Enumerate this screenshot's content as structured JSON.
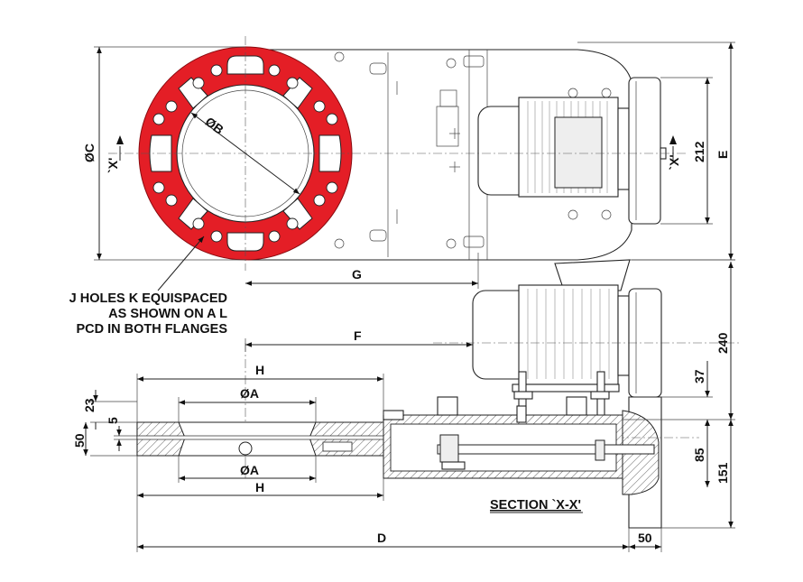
{
  "title": "",
  "labels": {
    "dia_c": "ØC",
    "dia_b": "ØB",
    "dia_a_top": "ØA",
    "dia_a_bottom": "ØA",
    "dim_e": "E",
    "dim_g": "G",
    "dim_f": "F",
    "dim_h_top": "H",
    "dim_h_bottom": "H",
    "dim_d": "D",
    "dim_212": "212",
    "dim_240": "240",
    "dim_37": "37",
    "dim_85": "85",
    "dim_151": "151",
    "dim_23": "23",
    "dim_5": "5",
    "dim_50_left": "50",
    "dim_50_bottom": "50",
    "section_mark_left": "`X'",
    "section_mark_right": "`X'",
    "section_title": "SECTION `X-X'"
  },
  "note_lines": [
    "J HOLES K EQUISPACED",
    "AS SHOWN ON A L",
    "PCD IN BOTH FLANGES"
  ],
  "colors": {
    "flange": "#e41e26",
    "line": "#222222",
    "background": "#ffffff"
  }
}
